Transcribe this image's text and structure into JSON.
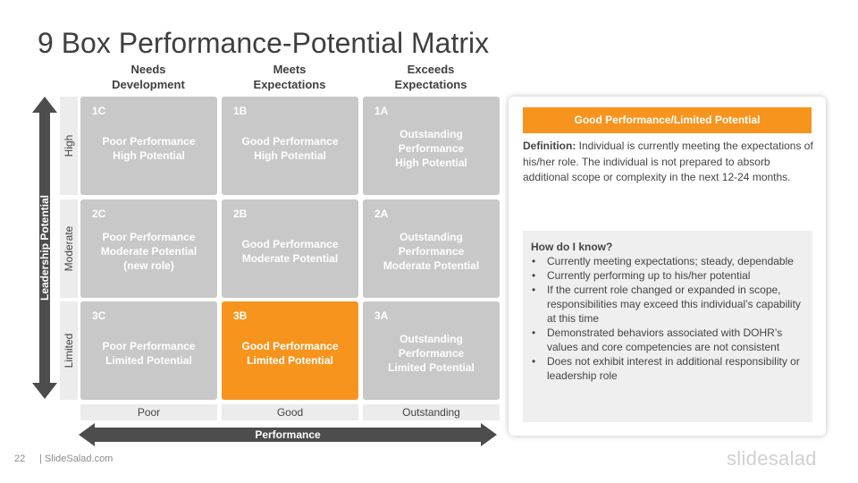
{
  "slide": {
    "title": "9 Box Performance-Potential Matrix",
    "page_number": "22",
    "site": "| SlideSalad.com",
    "logo": "slidesalad"
  },
  "columns": [
    {
      "line1": "Needs",
      "line2": "Development"
    },
    {
      "line1": "Meets",
      "line2": "Expectations"
    },
    {
      "line1": "Exceeds",
      "line2": "Expectations"
    }
  ],
  "rows": [
    "High",
    "Moderate",
    "Limited"
  ],
  "axes": {
    "vertical": "Leadership Potential",
    "horizontal": "Performance"
  },
  "bottom_labels": [
    "Poor",
    "Good",
    "Outstanding"
  ],
  "cells": [
    {
      "code": "1C",
      "text": "Poor Performance\nHigh Potential"
    },
    {
      "code": "1B",
      "text": "Good Performance\nHigh Potential"
    },
    {
      "code": "1A",
      "text": "Outstanding\nPerformance\nHigh Potential"
    },
    {
      "code": "2C",
      "text": "Poor Performance\nModerate Potential\n(new role)"
    },
    {
      "code": "2B",
      "text": "Good Performance\nModerate Potential"
    },
    {
      "code": "2A",
      "text": "Outstanding\nPerformance\nModerate Potential"
    },
    {
      "code": "3C",
      "text": "Poor Performance\nLimited Potential"
    },
    {
      "code": "3B",
      "text": "Good Performance\nLimited Potential"
    },
    {
      "code": "3A",
      "text": "Outstanding\nPerformance\nLimited Potential"
    }
  ],
  "selected_cell": "3B",
  "panel": {
    "heading": "Good Performance/Limited Potential",
    "definition_label": "Definition:",
    "definition_text": " Individual is currently meeting the expectations of his/her role. The individual  is not prepared to absorb additional  scope or complexity in the next 12-24 months.",
    "how_title": "How do I know?",
    "bullets": [
      "Currently meeting expectations; steady, dependable",
      "Currently performing  up to his/her potential",
      "If the current role changed or expanded in scope, responsibilities  may exceed this individual’s capability at this time",
      "Demonstrated behaviors associated with DOHR’s values and core competencies are not consistent",
      "Does not exhibit interest in additional responsibility or leadership role"
    ]
  },
  "colors": {
    "accent": "#f7941d",
    "cell": "#c8c8c8",
    "axis": "#4d4d4d",
    "label_bg": "#ececec"
  }
}
